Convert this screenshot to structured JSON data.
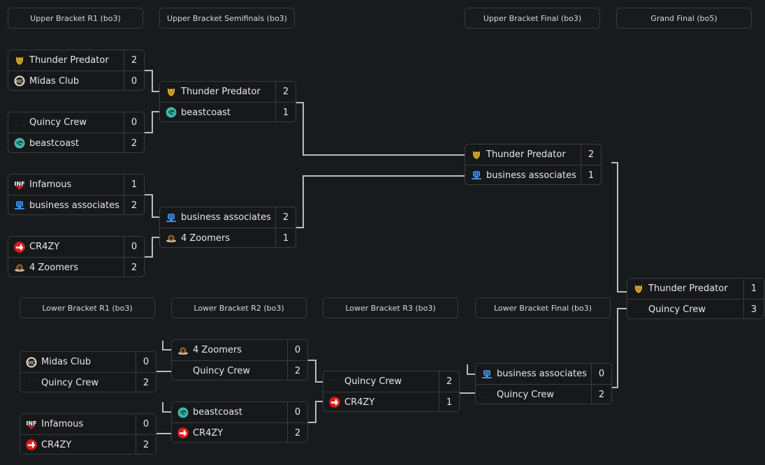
{
  "rounds": {
    "ub_r1": "Upper Bracket R1 (bo3)",
    "ub_sf": "Upper Bracket Semifinals (bo3)",
    "ub_f": "Upper Bracket Final (bo3)",
    "gf": "Grand Final (bo5)",
    "lb_r1": "Lower Bracket R1 (bo3)",
    "lb_r2": "Lower Bracket R2 (bo3)",
    "lb_r3": "Lower Bracket R3 (bo3)",
    "lb_f": "Lower Bracket Final (bo3)"
  },
  "logos": {
    "thunder-predator": {
      "icon": "tiger-head-icon",
      "color": "#d4a92a"
    },
    "midas-club": {
      "icon": "midas-crest-icon",
      "color": "#e9e2c8"
    },
    "quincy-crew": {
      "icon": "qc-monogram-icon",
      "color": "#111111"
    },
    "beastcoast": {
      "icon": "beast-circle-icon",
      "color": "#3fb9a8"
    },
    "infamous": {
      "icon": "inf-shield-icon",
      "color": "#c0202a"
    },
    "business-associates": {
      "icon": "ba-tower-icon",
      "color": "#3d8fe0"
    },
    "cr4zy": {
      "icon": "cr4zy-circle-icon",
      "color": "#e01a1a"
    },
    "4-zoomers": {
      "icon": "zoomers-head-icon",
      "color": "#9a6a3a"
    }
  },
  "matches": [
    {
      "id": "ub-r1-m1",
      "teams": [
        {
          "name": "Thunder Predator",
          "logo": "thunder-predator",
          "score": "2"
        },
        {
          "name": "Midas Club",
          "logo": "midas-club",
          "score": "0"
        }
      ]
    },
    {
      "id": "ub-r1-m2",
      "teams": [
        {
          "name": "Quincy Crew",
          "logo": "quincy-crew",
          "score": "0"
        },
        {
          "name": "beastcoast",
          "logo": "beastcoast",
          "score": "2"
        }
      ]
    },
    {
      "id": "ub-r1-m3",
      "teams": [
        {
          "name": "Infamous",
          "logo": "infamous",
          "score": "1"
        },
        {
          "name": "business associates",
          "logo": "business-associates",
          "score": "2"
        }
      ]
    },
    {
      "id": "ub-r1-m4",
      "teams": [
        {
          "name": "CR4ZY",
          "logo": "cr4zy",
          "score": "0"
        },
        {
          "name": "4 Zoomers",
          "logo": "4-zoomers",
          "score": "2"
        }
      ]
    },
    {
      "id": "ub-sf-m1",
      "teams": [
        {
          "name": "Thunder Predator",
          "logo": "thunder-predator",
          "score": "2"
        },
        {
          "name": "beastcoast",
          "logo": "beastcoast",
          "score": "1"
        }
      ]
    },
    {
      "id": "ub-sf-m2",
      "teams": [
        {
          "name": "business associates",
          "logo": "business-associates",
          "score": "2"
        },
        {
          "name": "4 Zoomers",
          "logo": "4-zoomers",
          "score": "1"
        }
      ]
    },
    {
      "id": "ub-f",
      "teams": [
        {
          "name": "Thunder Predator",
          "logo": "thunder-predator",
          "score": "2"
        },
        {
          "name": "business associates",
          "logo": "business-associates",
          "score": "1"
        }
      ]
    },
    {
      "id": "gf",
      "teams": [
        {
          "name": "Thunder Predator",
          "logo": "thunder-predator",
          "score": "1"
        },
        {
          "name": "Quincy Crew",
          "logo": "quincy-crew",
          "score": "3"
        }
      ]
    },
    {
      "id": "lb-r1-m1",
      "teams": [
        {
          "name": "Midas Club",
          "logo": "midas-club",
          "score": "0"
        },
        {
          "name": "Quincy Crew",
          "logo": "quincy-crew",
          "score": "2"
        }
      ]
    },
    {
      "id": "lb-r1-m2",
      "teams": [
        {
          "name": "Infamous",
          "logo": "infamous",
          "score": "0"
        },
        {
          "name": "CR4ZY",
          "logo": "cr4zy",
          "score": "2"
        }
      ]
    },
    {
      "id": "lb-r2-m1",
      "teams": [
        {
          "name": "4 Zoomers",
          "logo": "4-zoomers",
          "score": "0"
        },
        {
          "name": "Quincy Crew",
          "logo": "quincy-crew",
          "score": "2"
        }
      ]
    },
    {
      "id": "lb-r2-m2",
      "teams": [
        {
          "name": "beastcoast",
          "logo": "beastcoast",
          "score": "0"
        },
        {
          "name": "CR4ZY",
          "logo": "cr4zy",
          "score": "2"
        }
      ]
    },
    {
      "id": "lb-r3",
      "teams": [
        {
          "name": "Quincy Crew",
          "logo": "quincy-crew",
          "score": "2"
        },
        {
          "name": "CR4ZY",
          "logo": "cr4zy",
          "score": "1"
        }
      ]
    },
    {
      "id": "lb-f",
      "teams": [
        {
          "name": "business associates",
          "logo": "business-associates",
          "score": "0"
        },
        {
          "name": "Quincy Crew",
          "logo": "quincy-crew",
          "score": "2"
        }
      ]
    }
  ]
}
